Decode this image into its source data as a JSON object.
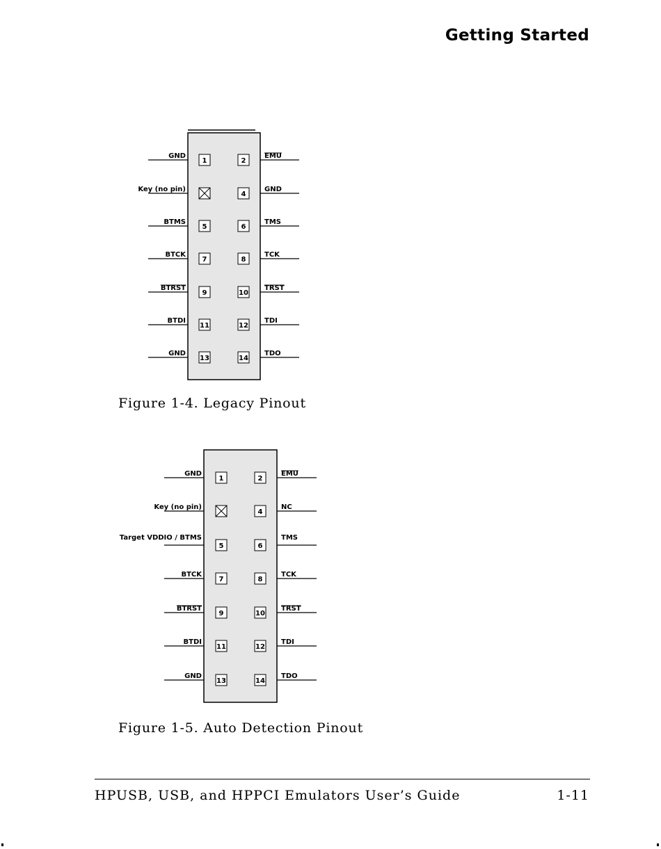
{
  "header": {
    "title": "Getting Started"
  },
  "figures": [
    {
      "caption": "Figure 1-4. Legacy Pinout",
      "pins": [
        {
          "number": "1",
          "label": "GND",
          "overline": false,
          "key": false
        },
        {
          "number": "2",
          "label": "EMU",
          "overline": true,
          "key": false
        },
        {
          "number": "",
          "label": "Key (no pin)",
          "overline": false,
          "key": true
        },
        {
          "number": "4",
          "label": "GND",
          "overline": false,
          "key": false
        },
        {
          "number": "5",
          "label": "BTMS",
          "overline": false,
          "key": false
        },
        {
          "number": "6",
          "label": "TMS",
          "overline": false,
          "key": false
        },
        {
          "number": "7",
          "label": "BTCK",
          "overline": false,
          "key": false
        },
        {
          "number": "8",
          "label": "TCK",
          "overline": false,
          "key": false
        },
        {
          "number": "9",
          "label": "BTRST",
          "overline": true,
          "key": false
        },
        {
          "number": "10",
          "label": "TRST",
          "overline": true,
          "key": false
        },
        {
          "number": "11",
          "label": "BTDI",
          "overline": false,
          "key": false
        },
        {
          "number": "12",
          "label": "TDI",
          "overline": false,
          "key": false
        },
        {
          "number": "13",
          "label": "GND",
          "overline": false,
          "key": false
        },
        {
          "number": "14",
          "label": "TDO",
          "overline": false,
          "key": false
        }
      ]
    },
    {
      "caption": "Figure 1-5. Auto Detection Pinout",
      "pins": [
        {
          "number": "1",
          "label": "GND",
          "overline": false,
          "key": false
        },
        {
          "number": "2",
          "label": "EMU",
          "overline": true,
          "key": false
        },
        {
          "number": "",
          "label": "Key (no pin)",
          "overline": false,
          "key": true
        },
        {
          "number": "4",
          "label": "NC",
          "overline": false,
          "key": false
        },
        {
          "number": "5",
          "label": "Target VDDIO / BTMS",
          "overline": false,
          "key": false
        },
        {
          "number": "6",
          "label": "TMS",
          "overline": false,
          "key": false
        },
        {
          "number": "7",
          "label": "BTCK",
          "overline": false,
          "key": false
        },
        {
          "number": "8",
          "label": "TCK",
          "overline": false,
          "key": false
        },
        {
          "number": "9",
          "label": "BTRST",
          "overline": true,
          "key": false
        },
        {
          "number": "10",
          "label": "TRST",
          "overline": true,
          "key": false
        },
        {
          "number": "11",
          "label": "BTDI",
          "overline": false,
          "key": false
        },
        {
          "number": "12",
          "label": "TDI",
          "overline": false,
          "key": false
        },
        {
          "number": "13",
          "label": "GND",
          "overline": false,
          "key": false
        },
        {
          "number": "14",
          "label": "TDO",
          "overline": false,
          "key": false
        }
      ]
    }
  ],
  "footer": {
    "title": "HPUSB, USB, and HPPCI Emulators User’s Guide",
    "page_number": "1-11"
  },
  "colors": {
    "connector_fill": "#e6e6e6",
    "ink": "#000000"
  }
}
